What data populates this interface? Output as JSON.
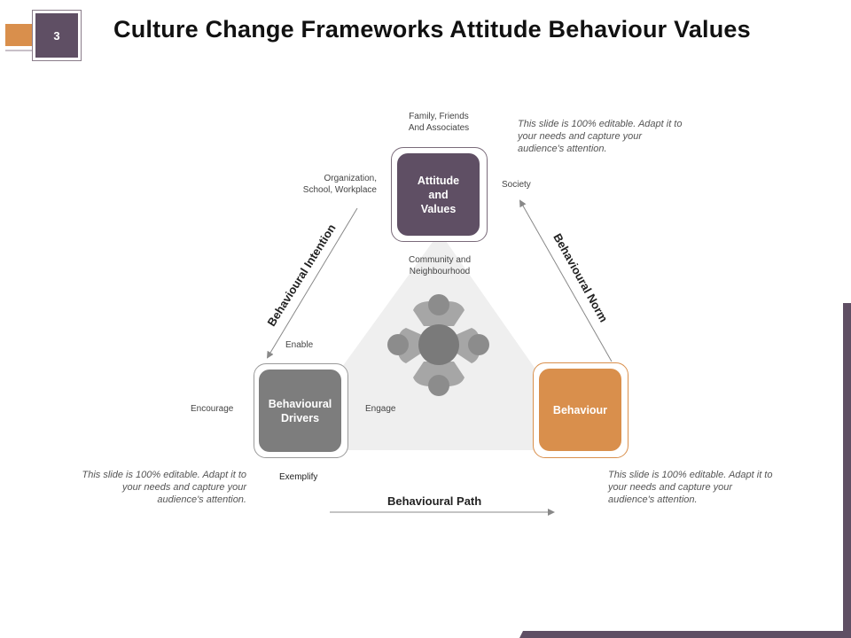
{
  "slide_number": "3",
  "title": "Culture Change Frameworks  Attitude Behaviour Values",
  "boxes": {
    "attitude": "Attitude\nand\nValues",
    "drivers": "Behavioural\nDrivers",
    "behaviour": "Behaviour"
  },
  "labels": {
    "family": "Family, Friends\nAnd Associates",
    "organization": "Organization,\nSchool, Workplace",
    "society": "Society",
    "community": "Community and\nNeighbourhood",
    "enable": "Enable",
    "encourage": "Encourage",
    "engage": "Engage",
    "exemplify": "Exemplify"
  },
  "edges": {
    "intention": "Behavioural Intention",
    "norm": "Behavioural Norm",
    "path": "Behavioural Path"
  },
  "notes": {
    "top_right": "This slide is 100% editable. Adapt it to your needs and capture your audience's attention.",
    "bottom_left": "This slide is 100% editable. Adapt it to your needs and capture your audience's attention.",
    "bottom_right": "This slide is 100% editable. Adapt it to your needs and capture your audience's attention."
  },
  "colors": {
    "purple": "#5f4f64",
    "gray_box": "#7d7d7d",
    "orange": "#d98f4c",
    "triangle": "#efefef"
  },
  "icon": "people-around-table-icon"
}
